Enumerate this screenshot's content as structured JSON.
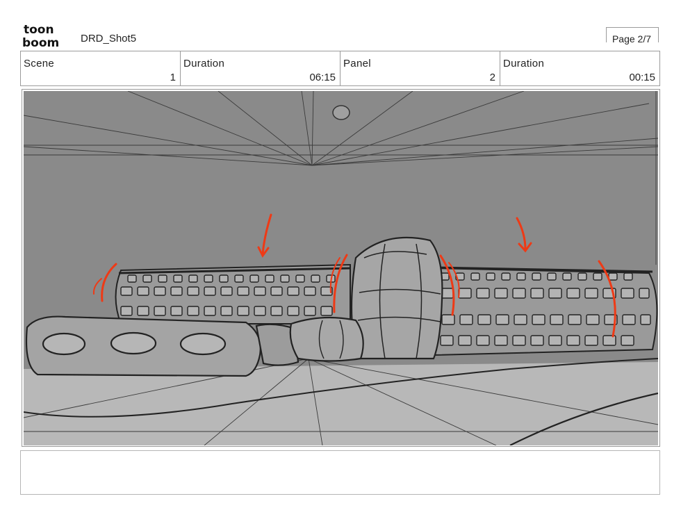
{
  "header": {
    "brand_line1": "toon",
    "brand_line2": "boom",
    "project_name": "DRD_Shot5",
    "page_indicator": "Page 2/7"
  },
  "info": {
    "scene_label": "Scene",
    "scene_value": "1",
    "scene_duration_label": "Duration",
    "scene_duration_value": "06:15",
    "panel_label": "Panel",
    "panel_value": "2",
    "panel_duration_label": "Duration",
    "panel_duration_value": "00:15"
  },
  "notes": {
    "text": ""
  },
  "colors": {
    "sky": "#8a8a8a",
    "floor": "#b8b8b8",
    "line": "#2a2a2a",
    "motion_marks": "#ee3a16",
    "border": "#9a9a9a"
  }
}
